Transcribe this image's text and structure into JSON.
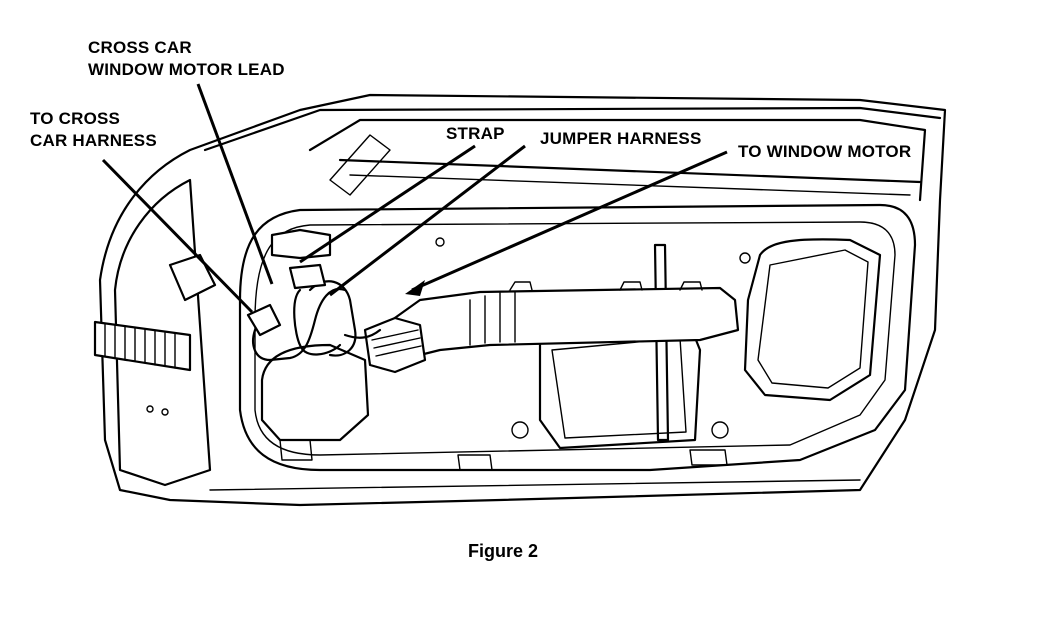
{
  "labels": {
    "cross_car_lead_line1": "CROSS CAR",
    "cross_car_lead_line2": "WINDOW MOTOR LEAD",
    "to_cross_car_line1": "TO CROSS",
    "to_cross_car_line2": "CAR HARNESS",
    "strap": "STRAP",
    "jumper_harness": "JUMPER HARNESS",
    "to_window_motor": "TO WINDOW MOTOR"
  },
  "caption": "Figure 2"
}
